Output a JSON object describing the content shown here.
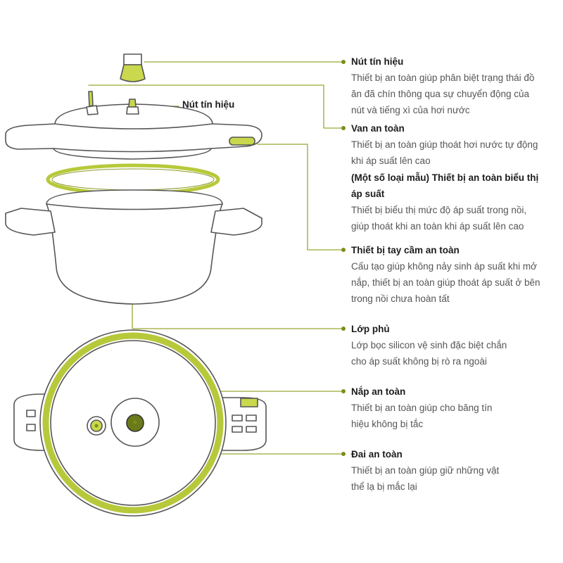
{
  "colors": {
    "accent": "#b7c93a",
    "outline": "#555555",
    "text": "#1c1c1c"
  },
  "pointer_label": "Nút tín hiệu",
  "parts": [
    {
      "title": "Nút tín hiệu",
      "lines": [
        "Thiết bị an toàn giúp phân biệt trạng thái đồ",
        "ăn đã chín thông qua sự chuyển động của",
        "nút và tiếng xì của hơi nước"
      ]
    },
    {
      "title": "Van an toàn",
      "lines": [
        "Thiết bị an toàn giúp thoát hơi nước tự động",
        "khi áp suất lên cao"
      ]
    },
    {
      "title": "(Một số loại mẫu) Thiết bị an toàn biểu thị",
      "title2": "áp suất",
      "lines": [
        "Thiết bị biểu thị mức độ áp suất trong nồi,",
        "giúp thoát khi an toàn khi áp suất lên cao"
      ]
    },
    {
      "title": "Thiết bị tay cầm an toàn",
      "lines": [
        "Cấu tạo giúp không nảy sinh áp suất khi mở",
        "nắp, thiết bị an toàn giúp thoát áp suất ở bên",
        "trong nồi chưa hoàn tất"
      ]
    },
    {
      "title": "Lớp phủ",
      "lines": [
        "Lớp bọc silicon vệ sinh đặc biệt chắn",
        "cho áp suất không bị rò ra ngoài"
      ]
    },
    {
      "title": "Nắp an toàn",
      "lines": [
        "Thiết bị an toàn giúp cho băng tín",
        "hiệu không bị tắc"
      ]
    },
    {
      "title": "Đai an toàn",
      "lines": [
        "Thiết bị an toàn giúp giữ những vật",
        "thể lạ bị mắc lại"
      ]
    }
  ]
}
